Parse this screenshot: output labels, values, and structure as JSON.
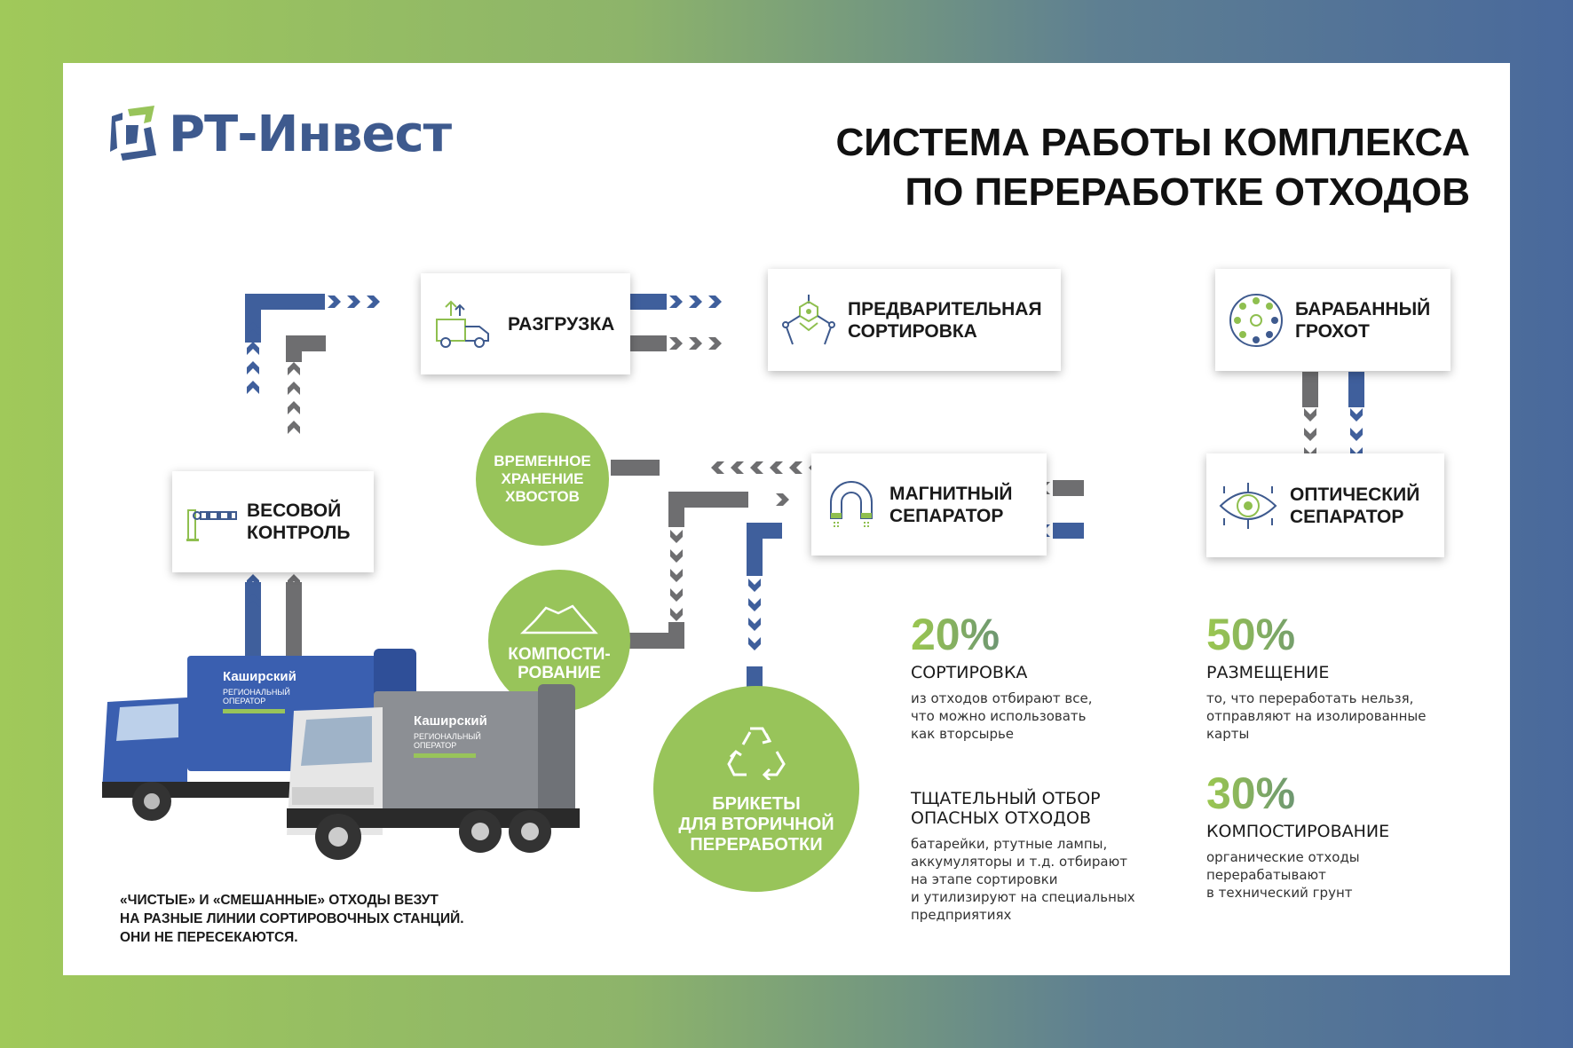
{
  "logo": {
    "text": "РТ-Инвест"
  },
  "title": {
    "line1": "СИСТЕМА РАБОТЫ КОМПЛЕКСА",
    "line2": "ПО ПЕРЕРАБОТКЕ ОТХОДОВ"
  },
  "steps": {
    "weighing": {
      "line1": "ВЕСОВОЙ",
      "line2": "КОНТРОЛЬ",
      "icon": "barrier-icon"
    },
    "unloading": {
      "line1": "РАЗГРУЗКА",
      "icon": "truck-unload-icon"
    },
    "presort": {
      "line1": "ПРЕДВАРИТЕЛЬНАЯ",
      "line2": "СОРТИРОВКА",
      "icon": "claw-icon"
    },
    "drum": {
      "line1": "БАРАБАННЫЙ",
      "line2": "ГРОХОТ",
      "icon": "drum-screen-icon"
    },
    "magnetic": {
      "line1": "МАГНИТНЫЙ",
      "line2": "СЕПАРАТОР",
      "icon": "magnet-icon"
    },
    "optical": {
      "line1": "ОПТИЧЕСКИЙ",
      "line2": "СЕПАРАТОР",
      "icon": "eye-icon"
    }
  },
  "outcomes": {
    "storage": {
      "line1": "ВРЕМЕННОЕ",
      "line2": "ХРАНЕНИЕ",
      "line3": "ХВОСТОВ"
    },
    "compost": {
      "line1": "КОМПОСТИ-",
      "line2": "РОВАНИЕ",
      "icon": "pile-icon"
    },
    "briquettes": {
      "line1": "БРИКЕТЫ",
      "line2": "ДЛЯ ВТОРИЧНОЙ",
      "line3": "ПЕРЕРАБОТКИ",
      "icon": "recycle-icon"
    }
  },
  "trucks": {
    "company": "Каширский",
    "subtitle1": "РЕГИОНАЛЬНЫЙ",
    "subtitle2": "ОПЕРАТОР"
  },
  "note": {
    "line1": "«ЧИСТЫЕ» И «СМЕШАННЫЕ» ОТХОДЫ ВЕЗУТ",
    "line2": "НА РАЗНЫЕ ЛИНИИ СОРТИРОВОЧНЫХ СТАНЦИЙ.",
    "line3": "ОНИ НЕ ПЕРЕСЕКАЮТСЯ."
  },
  "stats": {
    "sort": {
      "pct": "20%",
      "head": "СОРТИРОВКА",
      "d1": "из отходов отбирают все,",
      "d2": "что можно использовать",
      "d3": "как вторсырье"
    },
    "place": {
      "pct": "50%",
      "head": "РАЗМЕЩЕНИЕ",
      "d1": "то, что переработать нельзя,",
      "d2": "отправляют на изолированные",
      "d3": "карты"
    },
    "hazard": {
      "head1": "ТЩАТЕЛЬНЫЙ ОТБОР",
      "head2": "ОПАСНЫХ ОТХОДОВ",
      "d1": "батарейки, ртутные лампы,",
      "d2": "аккумуляторы и т.д. отбирают",
      "d3": "на этапе сортировки",
      "d4": "и утилизируют на специальных",
      "d5": "предприятиях"
    },
    "compost": {
      "pct": "30%",
      "head": "КОМПОСТИРОВАНИЕ",
      "d1": "органические отходы",
      "d2": "перерабатывают",
      "d3": "в технический грунт"
    }
  },
  "colors": {
    "blue": "#3f5f9c",
    "gray": "#6e6e70",
    "green": "#98c45a",
    "title": "#111111"
  }
}
